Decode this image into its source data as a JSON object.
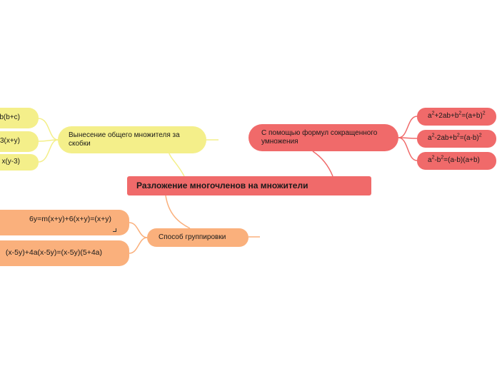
{
  "root": {
    "label": "Разложение многочленов на множители"
  },
  "branches": {
    "common_factor": {
      "label": "Вынесение общего множителя за скобки",
      "color": "#f4ef8a",
      "leaves": [
        "b(b+c)",
        "3(x+y)",
        "x(y-3)"
      ]
    },
    "formulas": {
      "label": "С помощью формул сокращенного умножения",
      "color": "#f06a6a",
      "leaves": [
        {
          "a": "a",
          "e1": "2",
          "mid": "+2ab+b",
          "e2": "2",
          "rest": "=(a+b)",
          "e3": "2"
        },
        {
          "a": "a",
          "e1": "2",
          "mid": "-2ab+b",
          "e2": "2",
          "rest": "=(a-b)",
          "e3": "2"
        },
        {
          "a": "a",
          "e1": "2",
          "mid": "-b",
          "e2": "2",
          "rest": "=(a-b)(a+b)",
          "e3": ""
        }
      ]
    },
    "grouping": {
      "label": "Способ группировки",
      "color": "#fab07c",
      "leaves": [
        "6y=m(x+y)+6(x+y)=(x+y)",
        "(x-5y)+4a(x-5y)=(x-5y)(5+4a)"
      ]
    }
  }
}
